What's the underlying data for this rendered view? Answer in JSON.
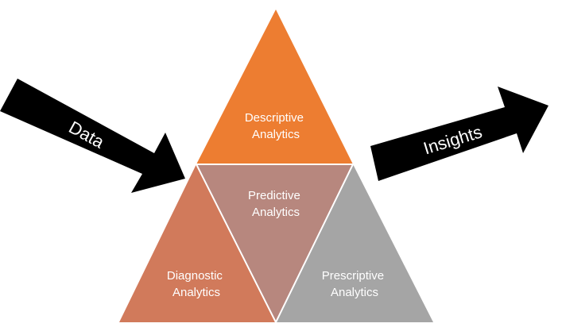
{
  "arrows": {
    "input": {
      "label": "Data"
    },
    "output": {
      "label": "Insights"
    }
  },
  "segments": {
    "descriptive": {
      "line1": "Descriptive",
      "line2": "Analytics"
    },
    "predictive": {
      "line1": "Predictive",
      "line2": "Analytics"
    },
    "diagnostic": {
      "line1": "Diagnostic",
      "line2": "Analytics"
    },
    "prescriptive": {
      "line1": "Prescriptive",
      "line2": "Analytics"
    }
  },
  "colors": {
    "descriptive": "#ED7D31",
    "predictive": "#B7877E",
    "diagnostic": "#D17A5B",
    "prescriptive": "#A5A5A5",
    "arrow": "#000000",
    "divider": "#ffffff"
  }
}
